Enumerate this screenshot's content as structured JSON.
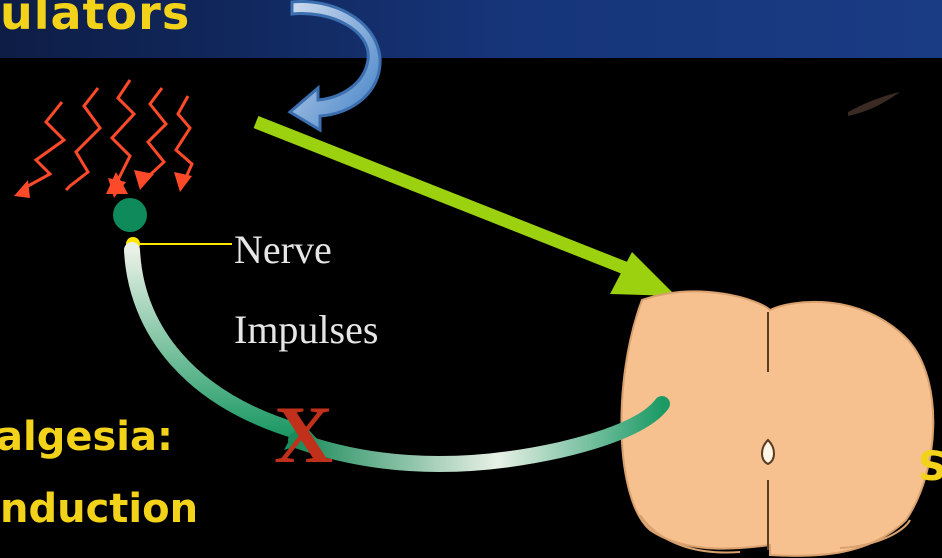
{
  "banner": {
    "title": "ulators"
  },
  "diagram": {
    "nerve_label_line1": "Nerve",
    "nerve_label_line2": "Impulses",
    "block_mark": "X",
    "caption_line1": "algesia:",
    "caption_line2": "nduction",
    "right_edge_text": "S"
  },
  "colors": {
    "banner_text": "#f3d21a",
    "banner_bg": "#16357a",
    "spinal_cord": "#f6c08f",
    "green_arrow": "#9bd10f",
    "nerve_fiber": "#17915f",
    "stimulus_arrows": "#ff4a2a",
    "block_mark": "#c0301a",
    "curved_arrow": "#4f86c6"
  }
}
